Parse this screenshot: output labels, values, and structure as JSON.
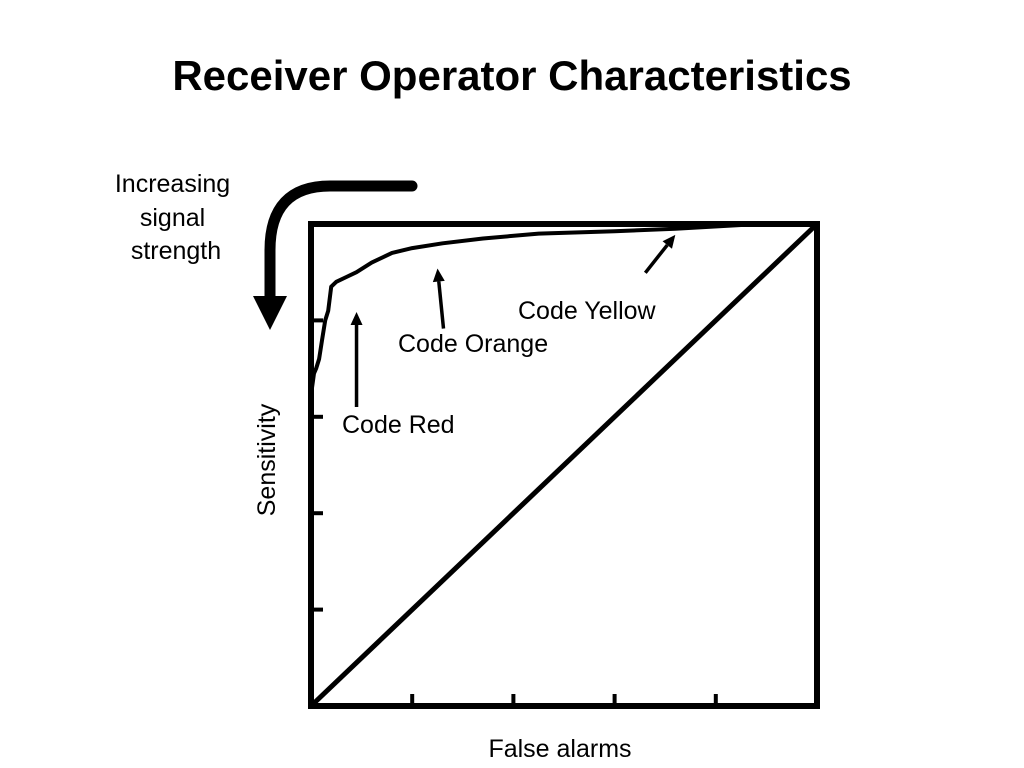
{
  "title": "Receiver Operator Characteristics",
  "chart_data": {
    "type": "line",
    "xlabel": "False alarms",
    "ylabel": "Sensitivity",
    "xlim": [
      0,
      1
    ],
    "ylim": [
      0,
      1
    ],
    "x_ticks": [
      0.2,
      0.4,
      0.6,
      0.8
    ],
    "y_ticks": [
      0.2,
      0.4,
      0.6,
      0.8
    ],
    "grid": false,
    "series": [
      {
        "x": [
          0,
          0.002,
          0.006,
          0.01,
          0.016,
          0.022,
          0.028,
          0.034,
          0.04,
          0.05,
          0.07,
          0.09,
          0.12,
          0.16,
          0.2,
          0.26,
          0.34,
          0.45,
          0.6,
          0.72,
          0.85,
          1.0
        ],
        "y": [
          0.6,
          0.66,
          0.69,
          0.7,
          0.72,
          0.76,
          0.8,
          0.82,
          0.87,
          0.88,
          0.89,
          0.9,
          0.92,
          0.94,
          0.95,
          0.96,
          0.97,
          0.98,
          0.985,
          0.99,
          0.998,
          1.0
        ]
      },
      {
        "x": [
          0,
          1
        ],
        "y": [
          0,
          1
        ]
      }
    ],
    "annotations": [
      {
        "text": "Code Red",
        "points_to": [
          0.09,
          0.83
        ]
      },
      {
        "text": "Code Orange",
        "points_to": [
          0.25,
          0.92
        ]
      },
      {
        "text": "Code Yellow",
        "points_to": [
          0.72,
          0.99
        ]
      }
    ],
    "side_label": "Increasing\nsignal\nstrength"
  }
}
